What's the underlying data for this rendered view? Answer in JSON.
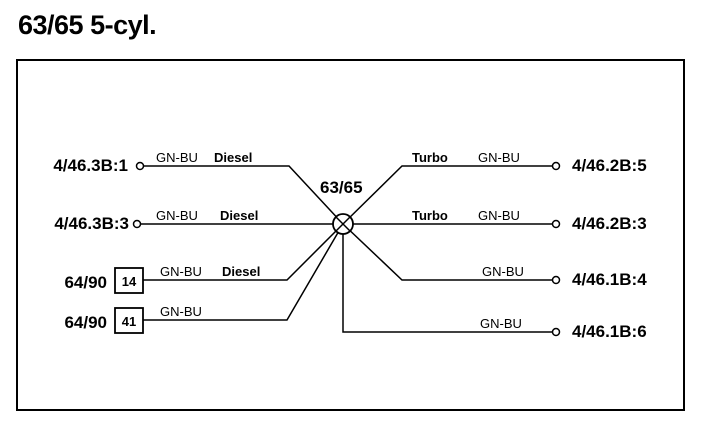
{
  "title": "63/65 5-cyl.",
  "center_label": "63/65",
  "left": {
    "c1": {
      "connector": "4/46.3B:1",
      "color": "GN-BU",
      "type": "Diesel"
    },
    "c2": {
      "connector": "4/46.3B:3",
      "color": "GN-BU",
      "type": "Diesel"
    },
    "c3": {
      "connector": "64/90",
      "pin": "14",
      "color": "GN-BU",
      "type": "Diesel"
    },
    "c4": {
      "connector": "64/90",
      "pin": "41",
      "color": "GN-BU"
    }
  },
  "right": {
    "c1": {
      "connector": "4/46.2B:5",
      "color": "GN-BU",
      "type": "Turbo"
    },
    "c2": {
      "connector": "4/46.2B:3",
      "color": "GN-BU",
      "type": "Turbo"
    },
    "c3": {
      "connector": "4/46.1B:4",
      "color": "GN-BU"
    },
    "c4": {
      "connector": "4/46.1B:6",
      "color": "GN-BU"
    }
  }
}
